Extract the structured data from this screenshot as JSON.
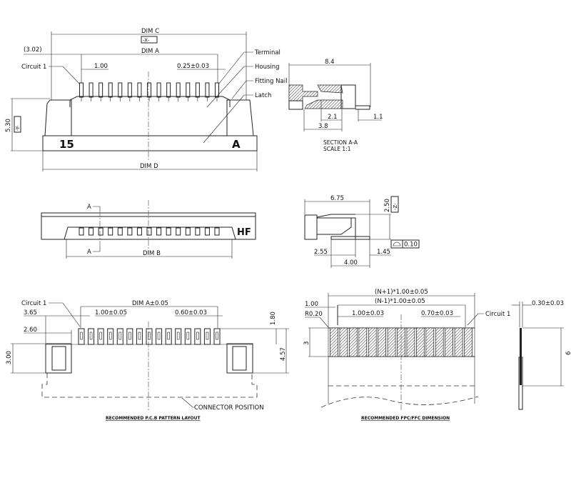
{
  "top_view": {
    "dim_c": "DIM C",
    "datum_x": "-X-",
    "offset": "(3.02)",
    "dim_a": "DIM A",
    "circuit1": "Circuit 1",
    "pitch": "1.00",
    "pin_width": "0.25±0.03",
    "terminal": "Terminal",
    "housing": "Housing",
    "fitting_nail": "Fitting Nail",
    "latch": "Latch",
    "height": "5.30",
    "datum_y": "-Y-",
    "mark_15": "15",
    "mark_a": "A",
    "dim_d": "DIM D",
    "pin_count": 15
  },
  "section": {
    "width": "8.4",
    "d1": "2.1",
    "d2": "3.8",
    "d3": "1.1",
    "title": "SECTION  A-A",
    "scale": "SCALE     1:1"
  },
  "front_view": {
    "section_mark_top": "A",
    "section_mark_bottom": "A",
    "dim_b": "DIM B",
    "logo": "HF"
  },
  "side_view": {
    "width": "6.75",
    "height": "2.50",
    "datum_z": "-Z-",
    "flatness": "0.10",
    "d1": "2.55",
    "d2": "1.45",
    "d3": "4.00"
  },
  "pcb_layout": {
    "circuit1": "Circuit 1",
    "dim_a": "DIM A±0.05",
    "d365": "3.65",
    "pitch": "1.00±0.05",
    "pad_width": "0.60±0.03",
    "d260": "2.60",
    "d180": "1.80",
    "d457": "4.57",
    "d300": "3.00",
    "connector_position": "CONNECTOR POSITION",
    "title": "RECOMMENDED P.C.B PATTERN LAYOUT"
  },
  "ffc": {
    "overall": "(N+1)*1.00±0.05",
    "inner": "(N-1)*1.00±0.05",
    "edge": "1.00",
    "radius": "R0.20",
    "pitch": "1.00±0.03",
    "contact_width": "0.70±0.03",
    "circuit1": "Circuit 1",
    "contact_len": "3",
    "thickness": "0.30±0.03",
    "stiffener_len": "6",
    "title": "RECOMMENDED FPC/FFC DIMENSION"
  }
}
